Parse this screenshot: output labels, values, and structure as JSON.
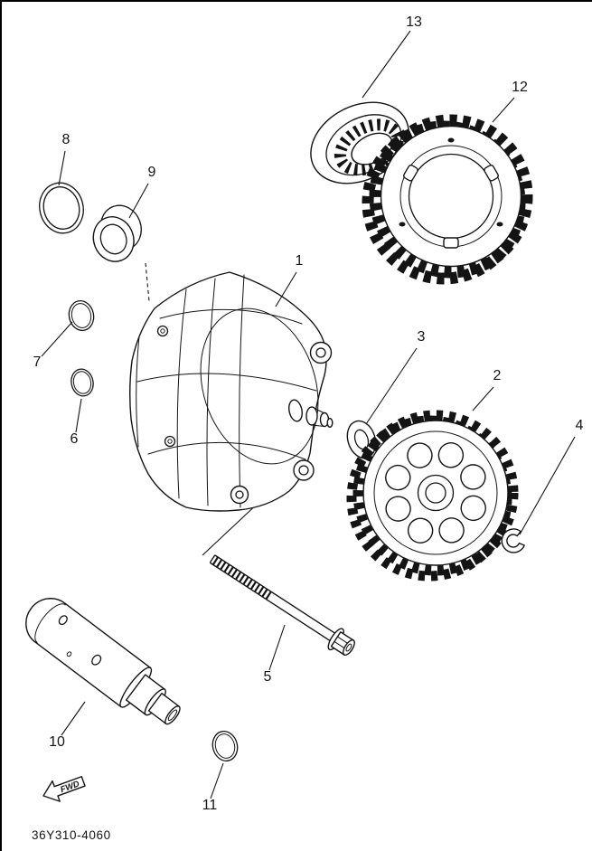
{
  "colors": {
    "ink": "#141414",
    "paper": "#ffffff"
  },
  "diagram": {
    "code": "36Y310-4060",
    "fwd_label": "FWD"
  },
  "callouts": {
    "n1": "1",
    "n2": "2",
    "n3": "3",
    "n4": "4",
    "n5": "5",
    "n6": "6",
    "n7": "7",
    "n8": "8",
    "n9": "9",
    "n10": "10",
    "n11": "11",
    "n12": "12",
    "n13": "13"
  }
}
